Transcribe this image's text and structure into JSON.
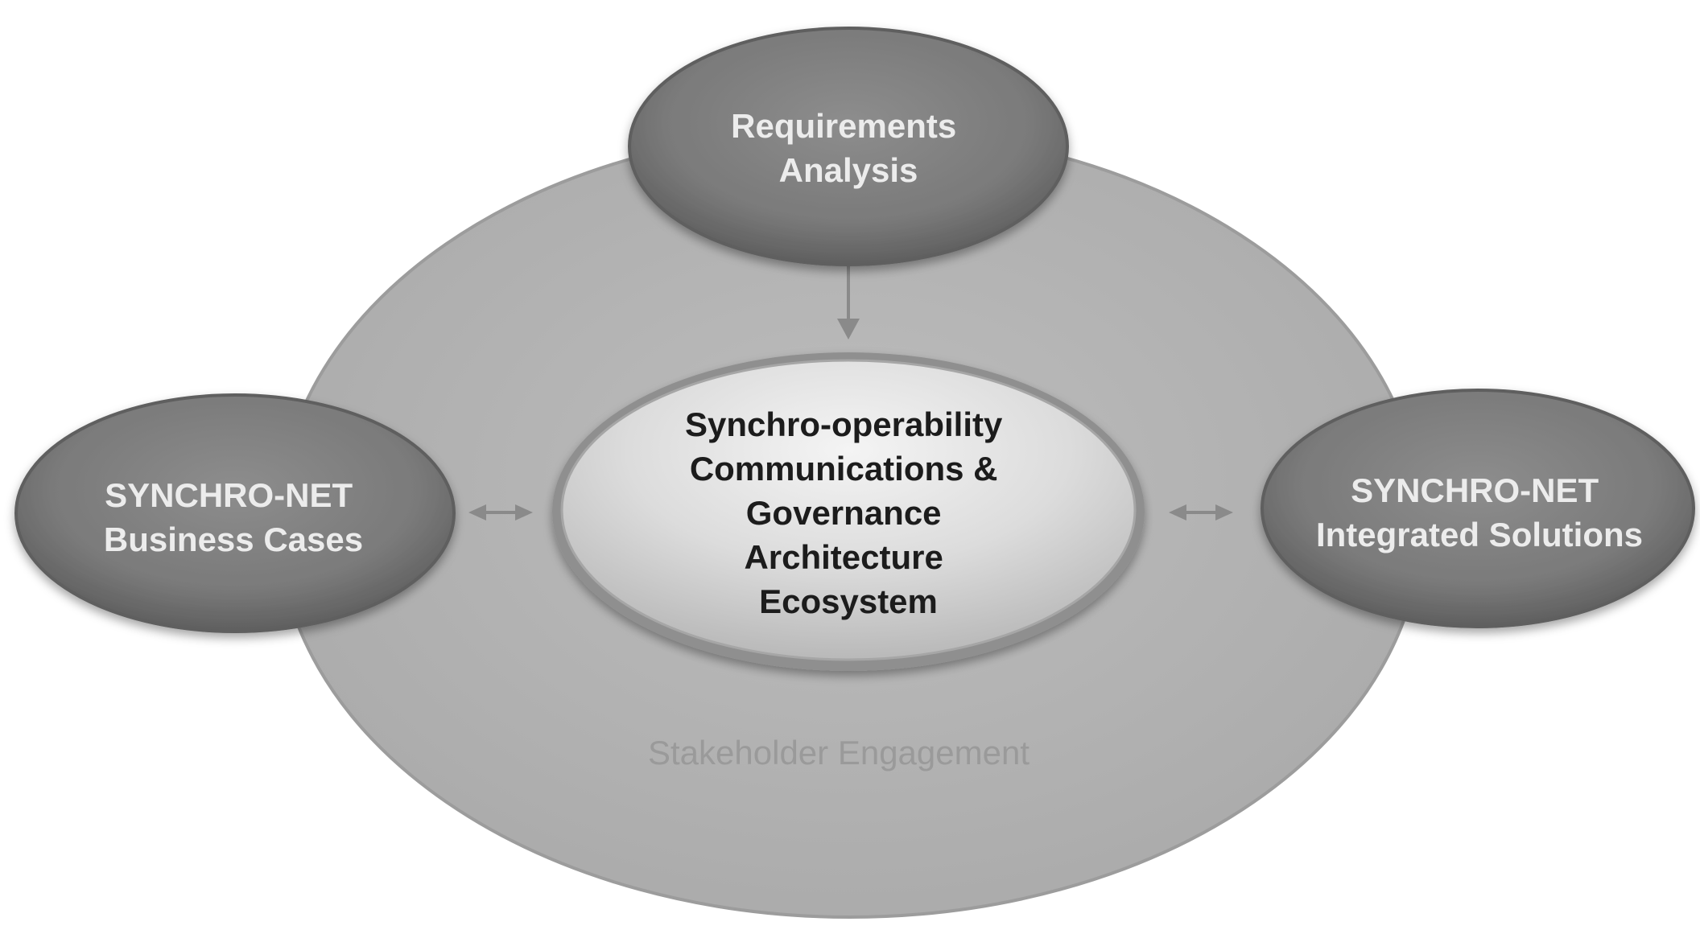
{
  "nodes": {
    "outer": {
      "label": "Stakeholder Engagement"
    },
    "top": {
      "lines": [
        "Requirements",
        "Analysis"
      ]
    },
    "left": {
      "lines": [
        "SYNCHRO-NET",
        "Business Cases"
      ]
    },
    "right": {
      "lines": [
        "SYNCHRO-NET",
        "Integrated Solutions"
      ]
    },
    "center": {
      "lines": [
        "Synchro-operability",
        "Communications &",
        "Governance",
        "Architecture",
        "Ecosystem"
      ]
    }
  },
  "edges": [
    {
      "from": "top",
      "to": "center",
      "direction": "one-way"
    },
    {
      "from": "left",
      "to": "center",
      "direction": "two-way"
    },
    {
      "from": "center",
      "to": "right",
      "direction": "two-way"
    }
  ],
  "colors": {
    "outer_fill": "#b4b4b4",
    "outer_stroke": "#9c9c9c",
    "satellite_fill": "#7c7c7c",
    "satellite_stroke": "#5e5e5e",
    "center_fill_light": "#f4f4f4",
    "center_fill_dark": "#b9b9b9",
    "center_ring": "#8f8f8f",
    "arrow": "#8a8a8a"
  }
}
